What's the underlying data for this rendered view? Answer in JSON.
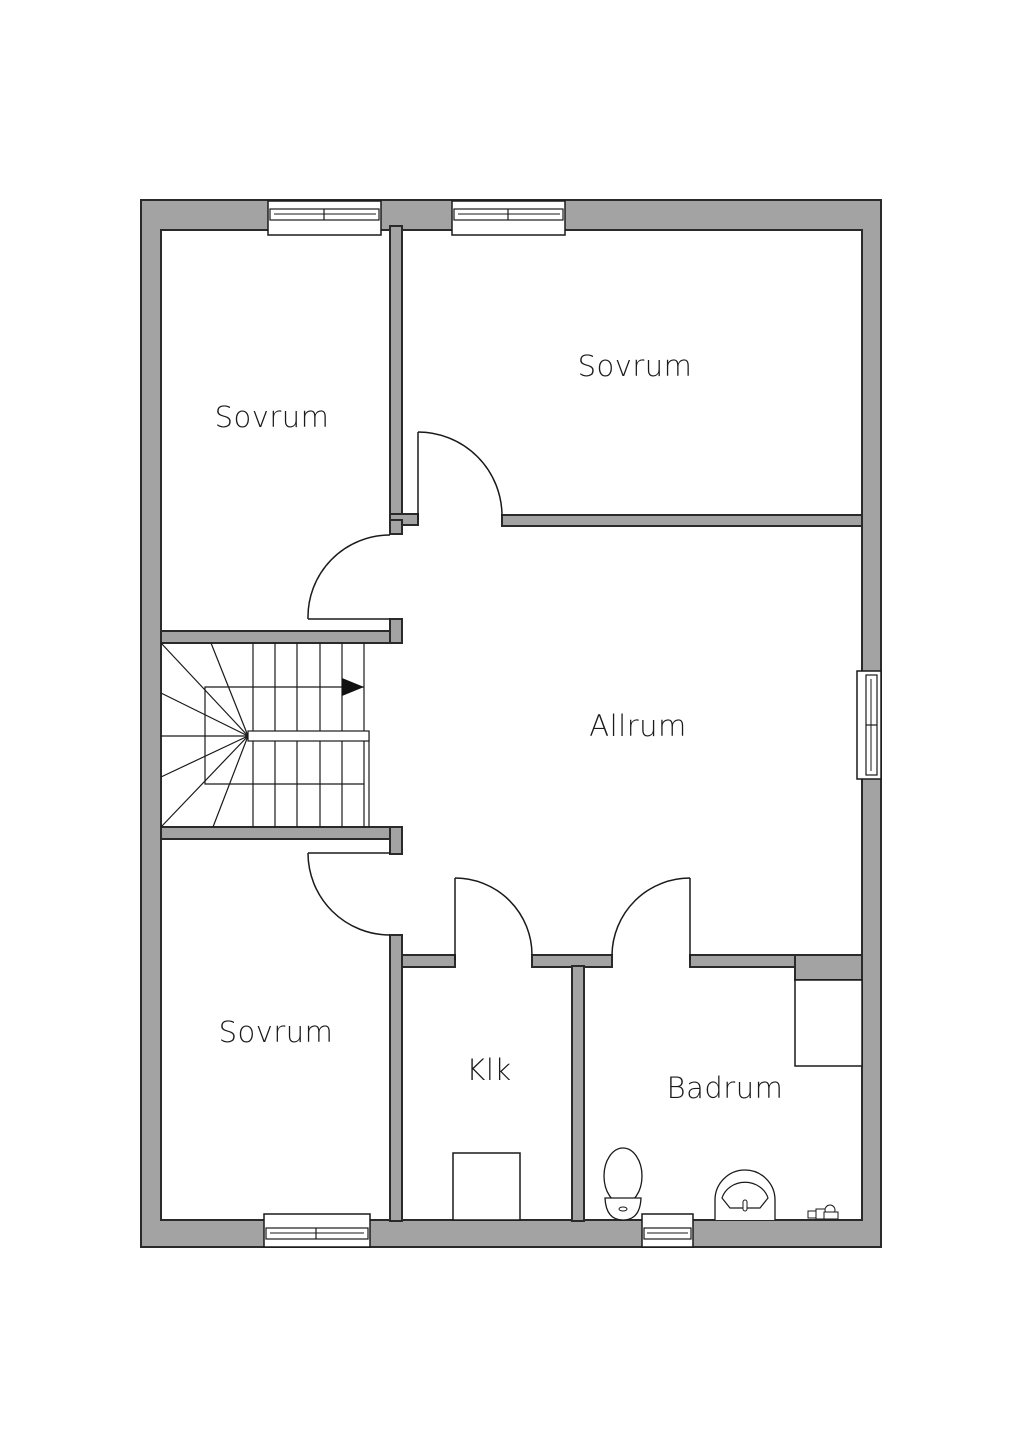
{
  "plan": {
    "type": "floor-plan",
    "wall_color": "#a3a3a3",
    "line_color": "#1a1a1a",
    "background": "#ffffff"
  },
  "rooms": [
    {
      "id": "bedroom-top-left",
      "label": "Sovrum"
    },
    {
      "id": "bedroom-top-right",
      "label": "Sovrum"
    },
    {
      "id": "living-room",
      "label": "Allrum"
    },
    {
      "id": "bedroom-bottom-left",
      "label": "Sovrum"
    },
    {
      "id": "closet",
      "label": "Klk"
    },
    {
      "id": "bathroom",
      "label": "Badrum"
    }
  ],
  "fixtures": {
    "staircase": "stairs-icon",
    "stair_direction": "arrow-right-icon",
    "toilet": "toilet-icon",
    "sink": "sink-icon",
    "faucet": "faucet-icon"
  }
}
